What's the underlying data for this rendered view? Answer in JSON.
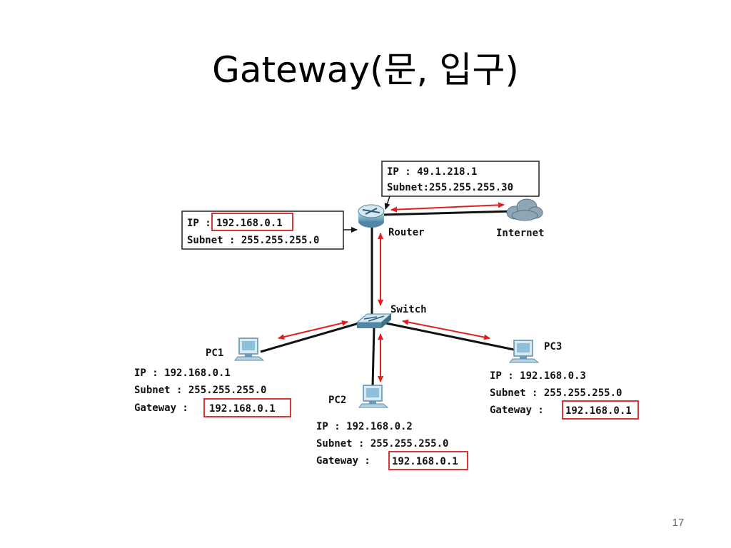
{
  "slide": {
    "title": "Gateway(문, 입구)",
    "page_number": "17"
  },
  "router": {
    "label": "Router",
    "lan_ip_label": "IP :",
    "lan_ip": "192.168.0.1",
    "lan_subnet": "Subnet : 255.255.255.0",
    "wan_ip": "IP : 49.1.218.1",
    "wan_subnet": "Subnet:255.255.255.30"
  },
  "internet": {
    "label": "Internet"
  },
  "switch": {
    "label": "Switch"
  },
  "pc1": {
    "label": "PC1",
    "ip": "IP : 192.168.0.1",
    "subnet": "Subnet : 255.255.255.0",
    "gateway_label": "Gateway :",
    "gateway": "192.168.0.1"
  },
  "pc2": {
    "label": "PC2",
    "ip": "IP : 192.168.0.2",
    "subnet": "Subnet : 255.255.255.0",
    "gateway_label": "Gateway :",
    "gateway": "192.168.0.1"
  },
  "pc3": {
    "label": "PC3",
    "ip": "IP : 192.168.0.3",
    "subnet": "Subnet : 255.255.255.0",
    "gateway_label": "Gateway :",
    "gateway": "192.168.0.1"
  },
  "colors": {
    "highlight_box": "#d42020",
    "arrow": "#e02020",
    "cable": "#111111",
    "device": "#6fa7c4"
  },
  "icons": [
    "router-icon",
    "cloud-icon",
    "switch-icon",
    "pc-icon"
  ]
}
